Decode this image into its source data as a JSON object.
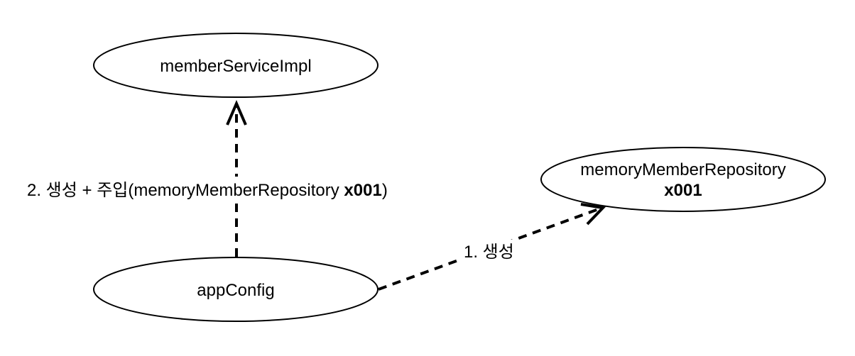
{
  "nodes": {
    "member_service_impl": {
      "label": "memberServiceImpl"
    },
    "memory_member_repository": {
      "label": "memoryMemberRepository",
      "id": "x001"
    },
    "app_config": {
      "label": "appConfig"
    }
  },
  "edges": {
    "create_inject": {
      "from": "appConfig",
      "to": "memberServiceImpl",
      "style": "dashed",
      "label_prefix": "2. 생성 + 주입(memoryMemberRepository ",
      "label_bold": "x001",
      "label_suffix": ")"
    },
    "create": {
      "from": "appConfig",
      "to": "memoryMemberRepository",
      "style": "dashed",
      "label": "1. 생성"
    }
  },
  "colors": {
    "stroke": "#000000",
    "background": "#ffffff"
  }
}
